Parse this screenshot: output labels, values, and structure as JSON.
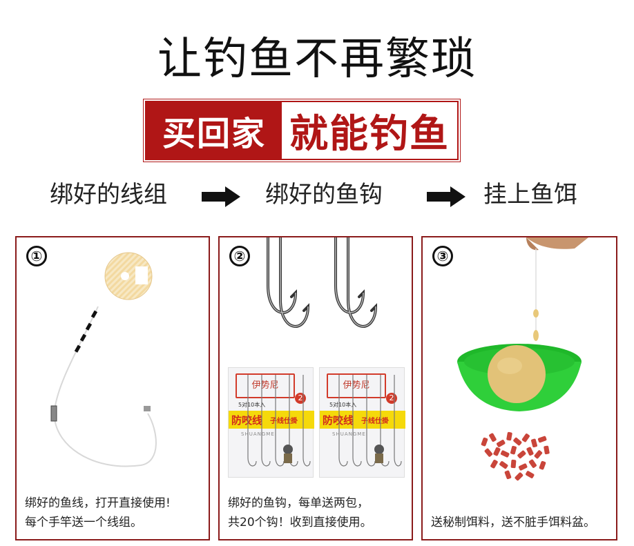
{
  "title": "让钓鱼不再繁琐",
  "banner": {
    "left": "买回家",
    "right": "就能钓鱼"
  },
  "steps": [
    "绑好的线组",
    "绑好的鱼钩",
    "挂上鱼饵"
  ],
  "panels": [
    {
      "number": "①",
      "caption_lines": [
        "绑好的鱼线，打开直接使用!",
        "每个手竿送一个线组。"
      ]
    },
    {
      "number": "②",
      "caption_lines": [
        "绑好的鱼钩，每单送两包，",
        "共20个钩！收到直接使用。"
      ],
      "package": {
        "brand_tag": "伊势尼",
        "count": "5对10本入",
        "badge": "2",
        "name": "防咬线",
        "subname": "子线仕掛",
        "latin": "SHUANGMEI"
      }
    },
    {
      "number": "③",
      "caption_lines": [
        "送秘制饵料，送不脏手饵料盆。"
      ]
    }
  ],
  "colors": {
    "brand_red": "#b01616",
    "border": "#8a1a1a",
    "bowl_green": "#2fcf3a",
    "bait_red": "#c9453a"
  },
  "icons": [
    "right-arrow-icon",
    "right-arrow-icon"
  ]
}
